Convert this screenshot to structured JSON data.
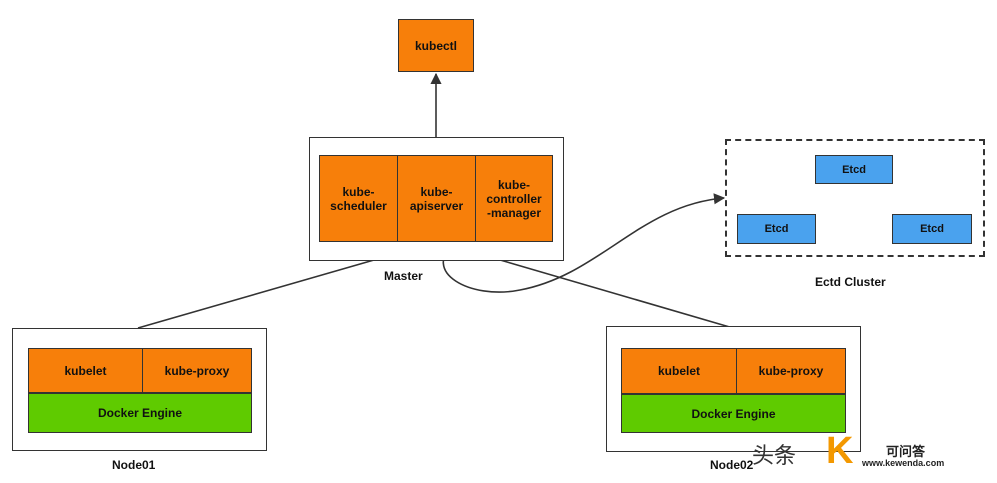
{
  "kubectl": "kubectl",
  "master": {
    "components": [
      "kube-\nscheduler",
      "kube-\napiserver",
      "kube-\ncontroller\n-manager"
    ],
    "label": "Master"
  },
  "etcd_cluster": {
    "nodes": [
      "Etcd",
      "Etcd",
      "Etcd"
    ],
    "label": "Ectd Cluster"
  },
  "node01": {
    "kubelet": "kubelet",
    "kube_proxy": "kube-proxy",
    "docker": "Docker Engine",
    "label": "Node01"
  },
  "node02": {
    "kubelet": "kubelet",
    "kube_proxy": "kube-proxy",
    "docker": "Docker Engine",
    "label": "Node02"
  },
  "watermark": {
    "ghost_text": "头条",
    "logo_letter": "K",
    "site_name": "可问答",
    "site_url": "www.kewenda.com"
  },
  "colors": {
    "component_orange": "#f77f0a",
    "docker_green": "#5fcb00",
    "etcd_blue": "#4aa2ee"
  }
}
